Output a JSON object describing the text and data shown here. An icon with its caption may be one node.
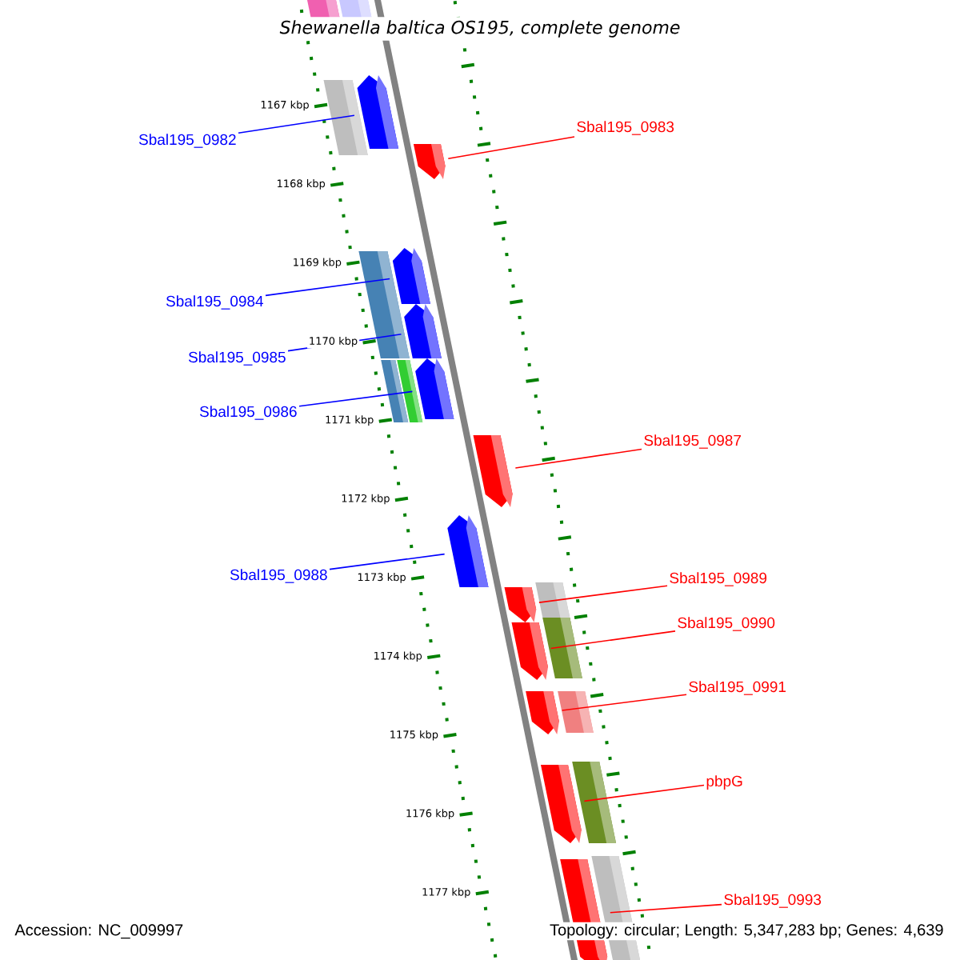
{
  "diagram": {
    "title": "Shewanella baltica OS195, complete genome",
    "nodes": [
      {
        "text": [
          "Sbal195_0982"
        ]
      },
      {
        "text": [],
        "shape": "pentagon"
      },
      {
        "text": [
          "Sbal195_0983"
        ]
      },
      {
        "text": [],
        "shape": "pentagon"
      },
      {
        "text": [
          "Sbal195_0984"
        ]
      },
      {
        "text": [],
        "shape": "pentagon"
      },
      {
        "text": [
          "Sbal195_0985"
        ]
      },
      {
        "text": [],
        "shape": "pentagon"
      },
      {
        "text": [
          "Sbal195_0986"
        ]
      },
      {
        "text": [],
        "shape": "pentagon"
      },
      {
        "text": [
          "Sbal195_0987"
        ]
      },
      {
        "text": [],
        "shape": "pentagon"
      },
      {
        "text": [
          "Sbal195_0988"
        ]
      },
      {
        "text": [],
        "shape": "pentagon"
      },
      {
        "text": [
          "Sbal195_0989"
        ]
      },
      {
        "text": [],
        "shape": "pentagon"
      },
      {
        "text": [
          "Sbal195_0990"
        ]
      },
      {
        "text": [],
        "shape": "pentagon"
      },
      {
        "text": [
          "Sbal195_0991"
        ]
      },
      {
        "text": [],
        "shape": "pentagon"
      },
      {
        "text": [
          "pbpG"
        ]
      },
      {
        "text": [],
        "shape": "pentagon"
      },
      {
        "text": [
          "Sbal195_0993"
        ]
      },
      {
        "text": [],
        "shape": "pentagon"
      }
    ],
    "edges": [
      {
        "from": 0,
        "to": 1,
        "arrow": "none",
        "color": "#0000ff"
      },
      {
        "from": 2,
        "to": 3,
        "arrow": "none"
      },
      {
        "from": 4,
        "to": 5,
        "arrow": "none",
        "color": "#0000ff"
      },
      {
        "from": 6,
        "to": 7,
        "arrow": "none",
        "color": "#0000ff"
      },
      {
        "from": 8,
        "to": 9,
        "arrow": "none",
        "color": "#0000ff"
      },
      {
        "from": 10,
        "to": 11,
        "arrow": "none"
      },
      {
        "from": 12,
        "to": 13,
        "arrow": "none",
        "color": "#0000ff"
      },
      {
        "from": 14,
        "to": 15,
        "arrow": "none"
      },
      {
        "from": 16,
        "to": 17,
        "arrow": "none"
      },
      {
        "from": 18,
        "to": 19,
        "arrow": "none"
      },
      {
        "from": 20,
        "to": 21,
        "arrow": "none"
      },
      {
        "from": 22,
        "to": 23,
        "arrow": "none"
      }
    ],
    "labels": [
      "1167 kbp",
      "1168 kbp",
      "1169 kbp",
      "1170 kbp",
      "1171 kbp",
      "1172 kbp",
      "1173 kbp",
      "1174 kbp",
      "1175 kbp",
      "1176 kbp",
      "1177 kbp",
      "Accession: NC_009997",
      "Topology: circular; Length: 5,347,283 bp; Genes: 4,639"
    ]
  }
}
